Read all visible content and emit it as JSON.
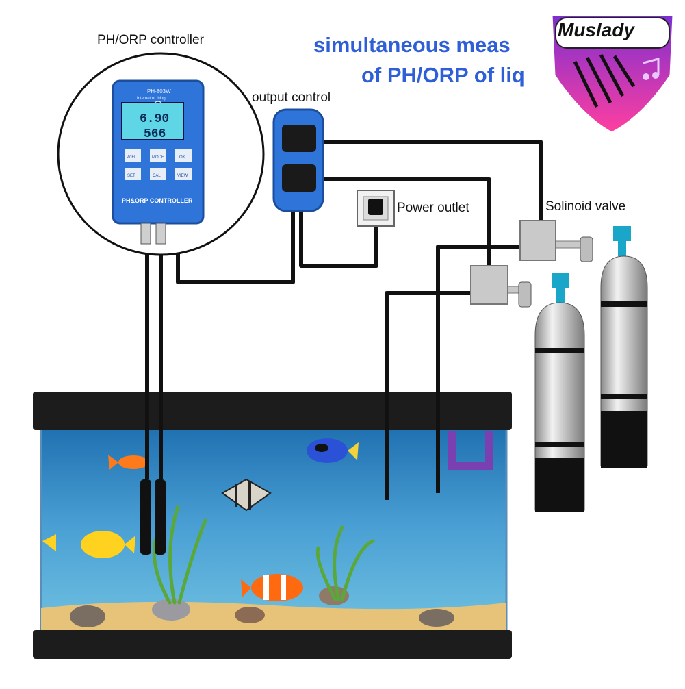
{
  "headline": {
    "line1": "simultaneous meas",
    "line2": "of PH/ORP of liq"
  },
  "brand": {
    "logo_text": "Muslady"
  },
  "labels": {
    "controller": "PH/ORP controller",
    "output_control": "output control",
    "power_outlet": "Power outlet",
    "solenoid_valve": "Solinoid valve"
  },
  "device": {
    "model": "PH-803W",
    "subtitle": "Internet of thing",
    "reading_ph": "6.90",
    "reading_orp": "566",
    "panel_text": "PH&ORP CONTROLLER",
    "buttons": [
      "WIFI",
      "MODE",
      "OK",
      "SET",
      "CAL",
      "VIEW"
    ]
  },
  "colors": {
    "headline": "#2f5fd6",
    "device_blue": "#2f74d8",
    "screen": "#5fd6e6",
    "water": "#3b8fc8",
    "tank_frame": "#1c1c1c",
    "cylinder": "#c9c9c9",
    "valve_cyan": "#1aa6c8"
  },
  "icons": [
    "wifi-icon",
    "music-note-icon",
    "piano-keys-icon"
  ]
}
